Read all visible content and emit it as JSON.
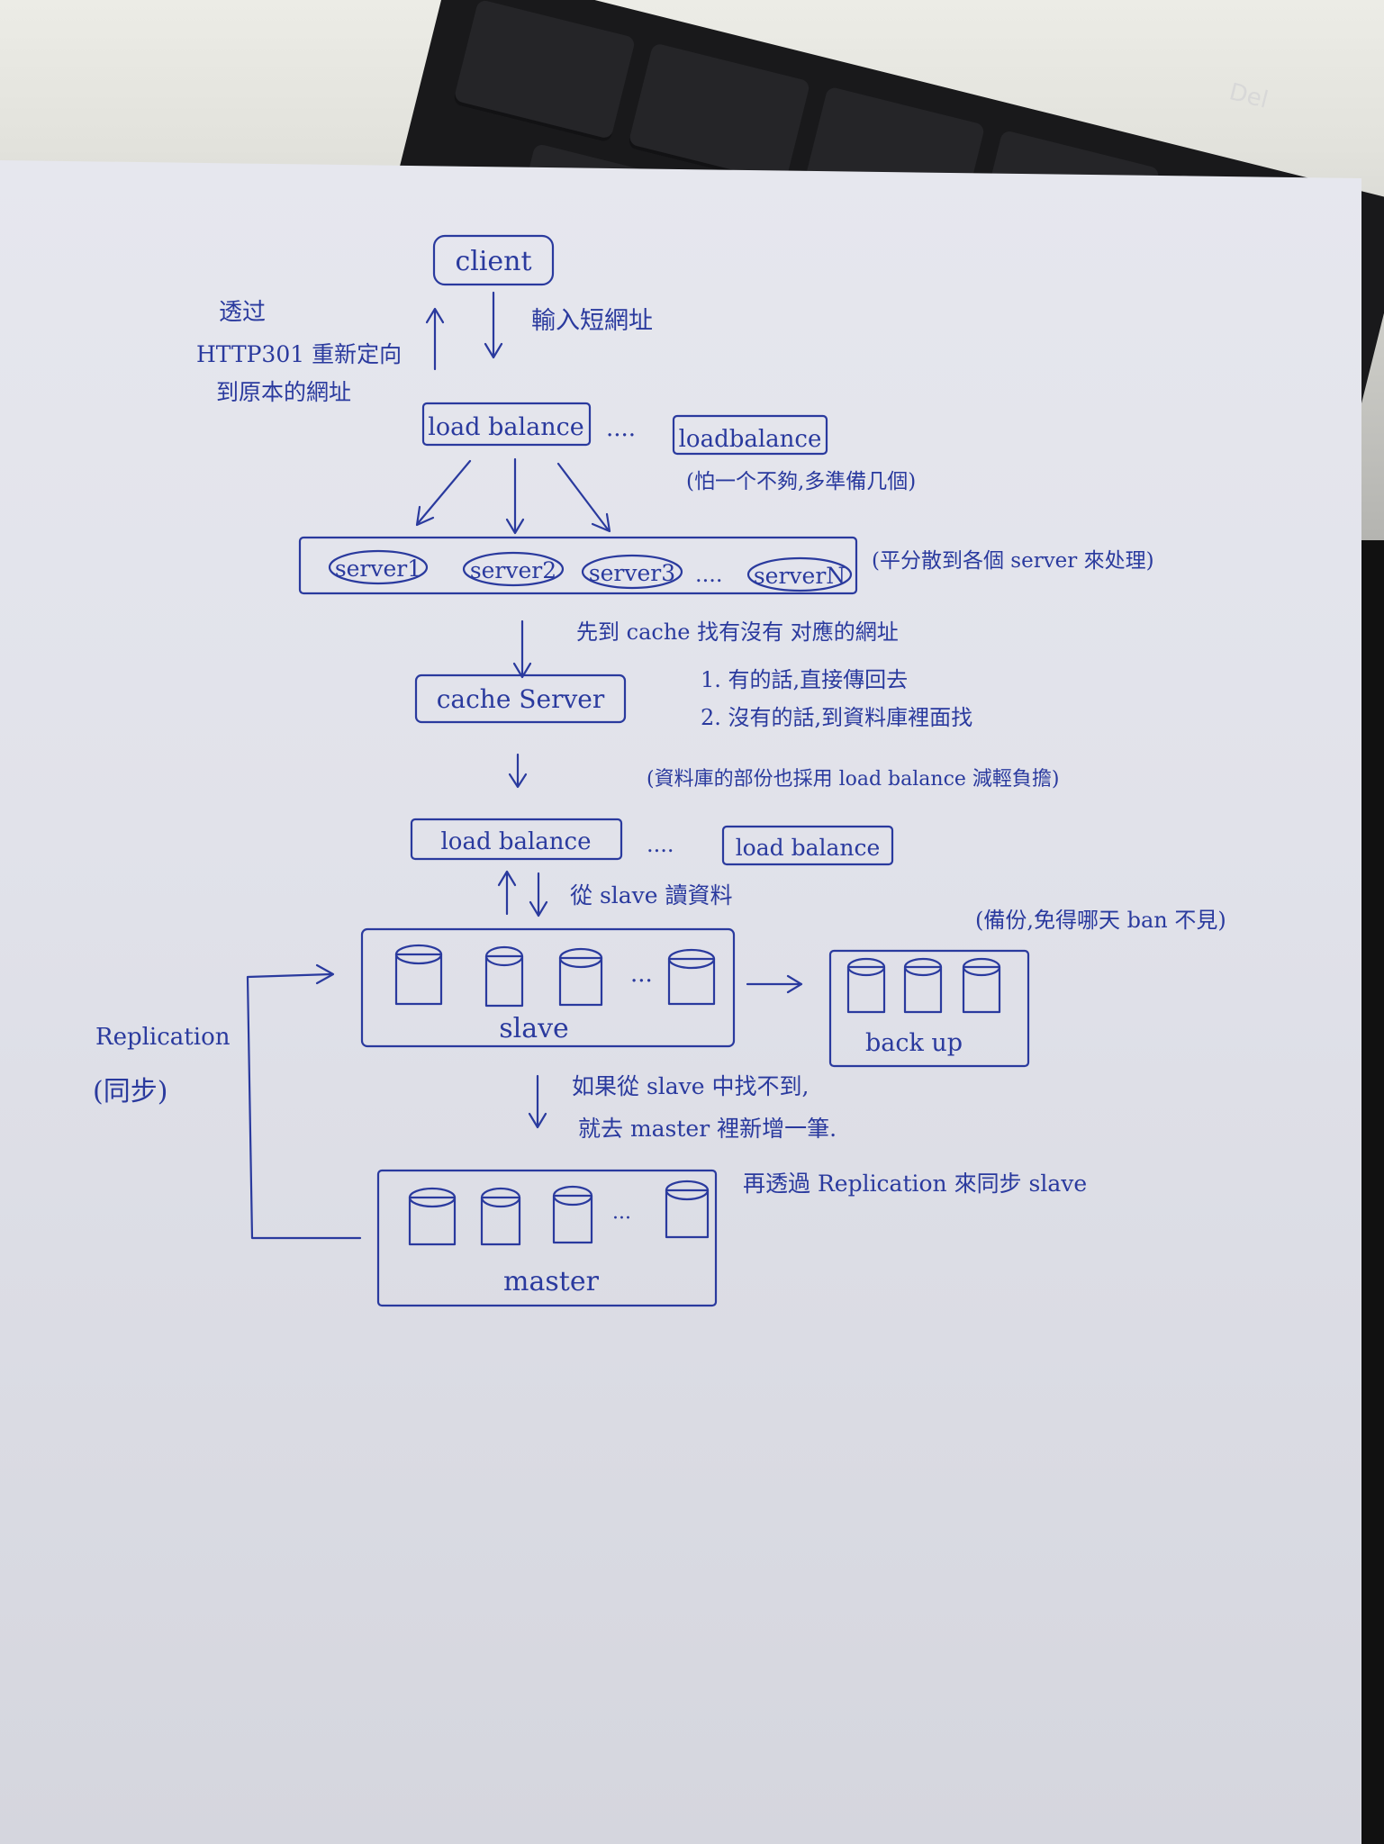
{
  "keyboard": {
    "del_key": "Del"
  },
  "diagram": {
    "client": "client",
    "input_short_url": "輸入短網址",
    "redirect_title": "透过",
    "redirect_line1": "HTTP301 重新定向",
    "redirect_line2": "到原本的網址",
    "lb1": "load balance",
    "lb1_extra": "loadbalance",
    "lb_note": "(怕一个不夠,多準備几個)",
    "servers": [
      "server1",
      "server2",
      "server3",
      "serverN"
    ],
    "servers_note": "(平分散到各個 server 來处理)",
    "cache_query": "先到 cache 找有沒有 对應的網址",
    "cache": "cache Server",
    "cache_case1": "1. 有的話,直接傳回去",
    "cache_case2": "2. 沒有的話,到資料庫裡面找",
    "db_lb_note": "(資料庫的部份也採用 load balance 減輕負擔)",
    "lb2": "load balance",
    "lb2_extra": "load balance",
    "read_slave": "從 slave 讀資料",
    "backup_note": "(備份,免得哪天 ban 不見)",
    "slave": "slave",
    "backup": "back up",
    "replication": "Replication",
    "replication_zh": "(同步)",
    "not_found_line1": "如果從 slave 中找不到,",
    "not_found_line2": "就去 master 裡新增一筆.",
    "sync_note": "再透過 Replication 來同步 slave",
    "master": "master",
    "ellipsis": "....",
    "dots": "···"
  }
}
